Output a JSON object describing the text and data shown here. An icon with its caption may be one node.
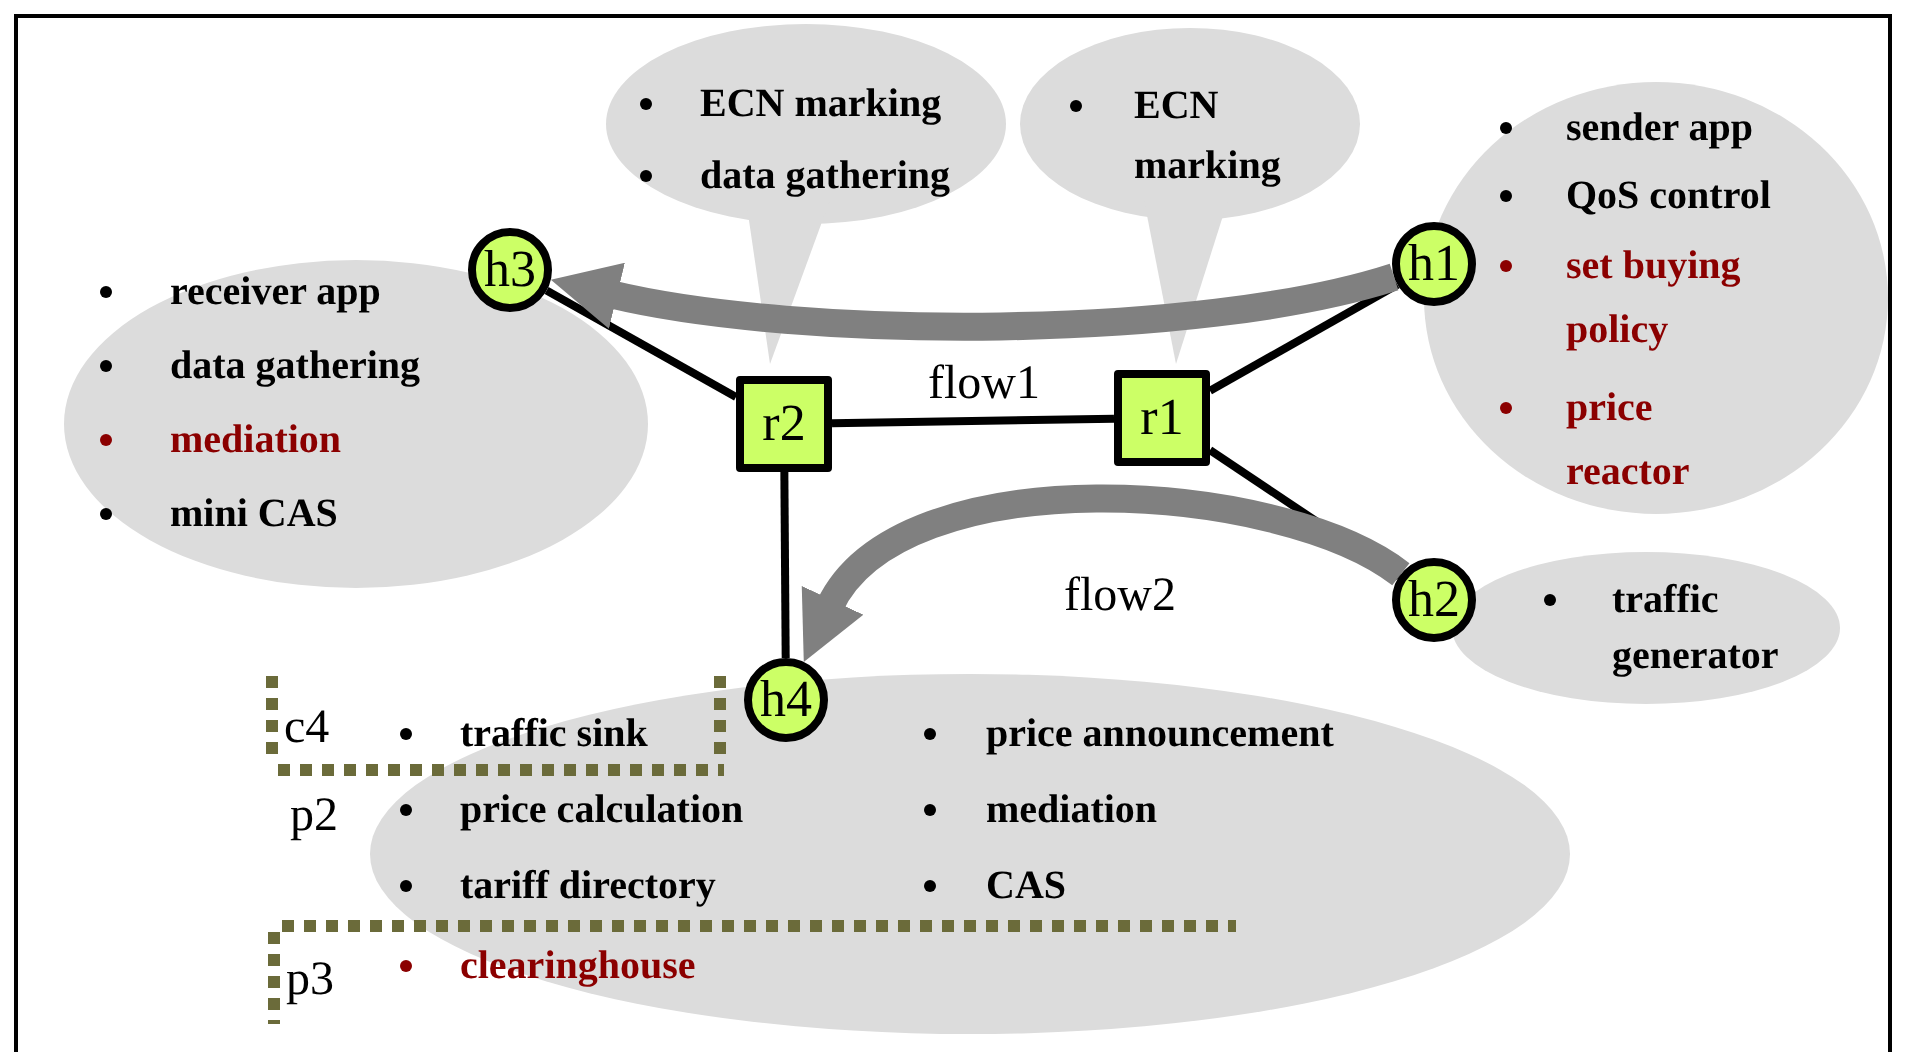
{
  "diagram": {
    "nodes": [
      {
        "text": [
          "h3"
        ]
      },
      {
        "text": [
          "h1"
        ]
      },
      {
        "text": [
          "r2"
        ]
      },
      {
        "text": [
          "r1"
        ]
      },
      {
        "text": [
          "h2"
        ]
      },
      {
        "text": [
          "h4"
        ]
      },
      {
        "text": [
          "receiver app",
          "data gathering",
          "mediation",
          "mini CAS"
        ]
      },
      {
        "text": [
          "ECN marking",
          "data gathering"
        ]
      },
      {
        "text": [
          "ECN marking"
        ]
      },
      {
        "text": [
          "sender app",
          "QoS control",
          "set buying policy",
          "price reactor"
        ]
      },
      {
        "text": [
          "traffic generator"
        ]
      },
      {
        "text": [
          "traffic sink",
          "price calculation",
          "tariff directory",
          "clearinghouse",
          "price announcement",
          "mediation",
          "CAS"
        ]
      }
    ],
    "edges": [
      {
        "from": 0,
        "to": 2,
        "arrow": "none"
      },
      {
        "from": 2,
        "to": 3,
        "arrow": "none"
      },
      {
        "from": 3,
        "to": 1,
        "arrow": "none"
      },
      {
        "from": 3,
        "to": 4,
        "arrow": "none"
      },
      {
        "from": 2,
        "to": 5,
        "arrow": "none"
      },
      {
        "from": 1,
        "to": 0,
        "arrow": "to",
        "label": "flow1",
        "style": "thick",
        "color": "#808080"
      },
      {
        "from": 4,
        "to": 5,
        "arrow": "to",
        "label": "flow2",
        "style": "thick",
        "color": "#808080"
      }
    ],
    "labels": [
      "c4",
      "p2",
      "p3"
    ]
  }
}
